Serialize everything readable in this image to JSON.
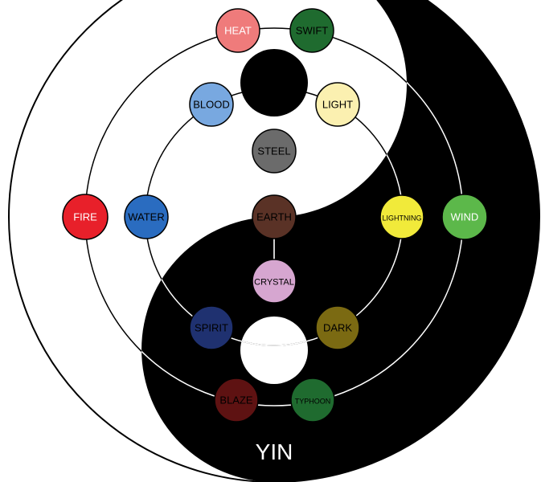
{
  "yin_label": "YIN",
  "nodes": [
    {
      "id": "heat",
      "label": "HEAT",
      "color": "#ef7b7b",
      "text_color": "#ffffff"
    },
    {
      "id": "swift",
      "label": "SWIFT",
      "color": "#1f6b2f",
      "text_color": "#000000"
    },
    {
      "id": "blood",
      "label": "BLOOD",
      "color": "#78a8e0",
      "text_color": "#000000"
    },
    {
      "id": "light",
      "label": "LIGHT",
      "color": "#fbf0b0",
      "text_color": "#000000"
    },
    {
      "id": "steel",
      "label": "STEEL",
      "color": "#6b6b6b",
      "text_color": "#000000"
    },
    {
      "id": "fire",
      "label": "FIRE",
      "color": "#e8202a",
      "text_color": "#ffffff"
    },
    {
      "id": "water",
      "label": "WATER",
      "color": "#2a6cc0",
      "text_color": "#000000"
    },
    {
      "id": "earth",
      "label": "EARTH",
      "color": "#5a3226",
      "text_color": "#000000"
    },
    {
      "id": "lightning",
      "label": "LIGHTNING",
      "color": "#f1ea3a",
      "text_color": "#000000"
    },
    {
      "id": "wind",
      "label": "WIND",
      "color": "#5cb84a",
      "text_color": "#ffffff"
    },
    {
      "id": "crystal",
      "label": "CRYSTAL",
      "color": "#d6a6d0",
      "text_color": "#000000"
    },
    {
      "id": "spirit",
      "label": "SPIRIT",
      "color": "#1f3170",
      "text_color": "#000000"
    },
    {
      "id": "dark",
      "label": "DARK",
      "color": "#7b6a12",
      "text_color": "#000000"
    },
    {
      "id": "blaze",
      "label": "BLAZE",
      "color": "#5e1212",
      "text_color": "#000000"
    },
    {
      "id": "typhoon",
      "label": "TYPHOON",
      "color": "#1f6b2f",
      "text_color": "#000000"
    }
  ]
}
